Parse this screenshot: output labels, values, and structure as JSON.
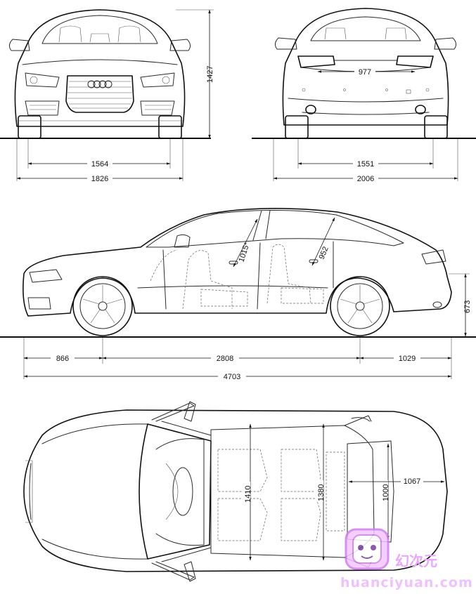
{
  "dimensions": {
    "front_track": "1564",
    "width": "1826",
    "height": "1427",
    "rear_track": "1551",
    "width_mirrors": "2006",
    "trunk_opening": "977",
    "front_overhang": "866",
    "wheelbase": "2808",
    "rear_overhang": "1029",
    "length": "4703",
    "front_headroom": "1015*",
    "rear_headroom": "952",
    "load_sill_height": "673",
    "front_interior_width": "1410",
    "rear_interior_width": "1380",
    "trunk_width": "1000",
    "trunk_length": "1067"
  },
  "watermark": {
    "cn_text": "幻次元",
    "url_text": "huanciyuan.com"
  },
  "colors": {
    "line": "#2a2a2a",
    "watermark": "#e8a6ff"
  }
}
